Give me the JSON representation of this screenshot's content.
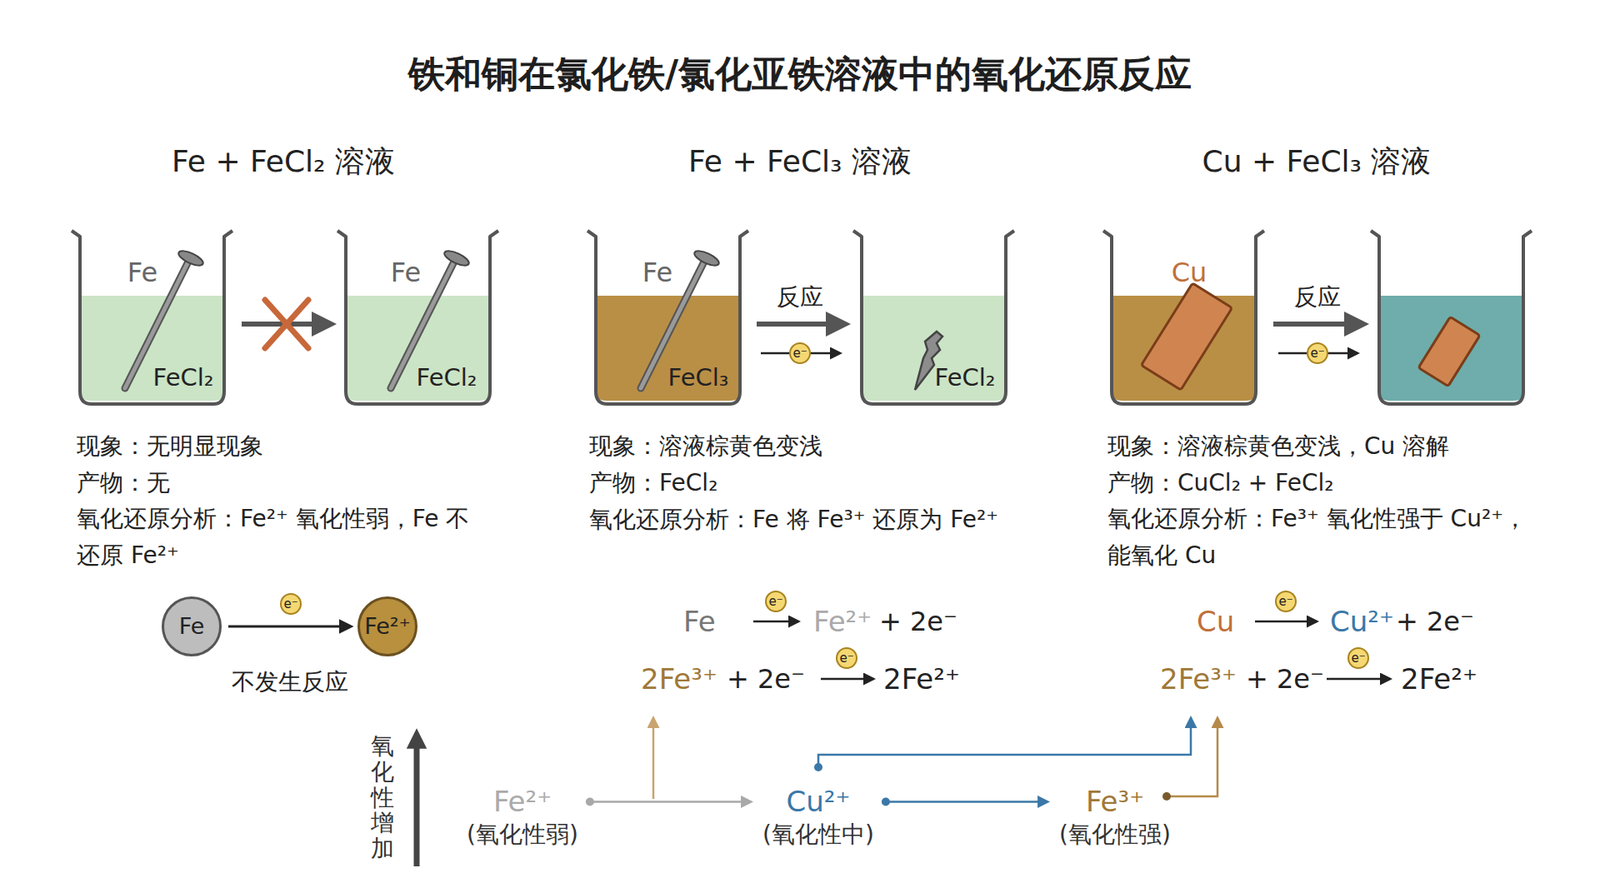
{
  "diagram": {
    "title": "铁和铜在氯化铁/氯化亚铁溶液中的氧化还原反应",
    "nodes": [
      {
        "text": [
          "Fe"
        ]
      },
      {
        "text": [
          "Fe²⁺"
        ]
      },
      {
        "text": [
          "Fe²⁺",
          "(氧化性弱)"
        ]
      },
      {
        "text": [
          "Cu²⁺",
          "(氧化性中)"
        ]
      },
      {
        "text": [
          "Fe³⁺",
          "(氧化性强)"
        ]
      }
    ],
    "edges": [
      {
        "from": 0,
        "to": 1,
        "arrow": "to"
      },
      {
        "from": 2,
        "to": 3,
        "arrow": "to"
      },
      {
        "from": 3,
        "to": 4,
        "arrow": "to"
      }
    ],
    "labels": [
      "Fe + FeCl₂ 溶液",
      "Fe + FeCl₃ 溶液",
      "Cu + FeCl₃ 溶液",
      "Fe",
      "FeCl₂",
      "Fe",
      "FeCl₂",
      "Fe",
      "FeCl₃",
      "反应",
      "e⁻",
      "FeCl₂",
      "Cu",
      "反应",
      "e⁻",
      "现象：无明显现象",
      "产物：无",
      "氧化还原分析：Fe²⁺ 氧化性弱，Fe 不还原 Fe²⁺",
      "现象：溶液棕黄色变浅",
      "产物：FeCl₂",
      "氧化还原分析：Fe 将 Fe³⁺ 还原为 Fe²⁺",
      "现象：溶液棕黄色变浅，Cu 溶解",
      "产物：CuCl₂ + FeCl₂",
      "氧化还原分析：Fe³⁺ 氧化性强于 Cu²⁺，能氧化 Cu",
      "e⁻",
      "不发生反应",
      "Fe",
      "e⁻",
      "Fe²⁺",
      "+ 2e⁻",
      "2Fe³⁺",
      "+ 2e⁻",
      "e⁻",
      "2Fe²⁺",
      "Cu",
      "e⁻",
      "Cu²⁺",
      "+ 2e⁻",
      "2Fe³⁺",
      "+ 2e⁻",
      "e⁻",
      "2Fe²⁺",
      "氧化性增加"
    ]
  }
}
